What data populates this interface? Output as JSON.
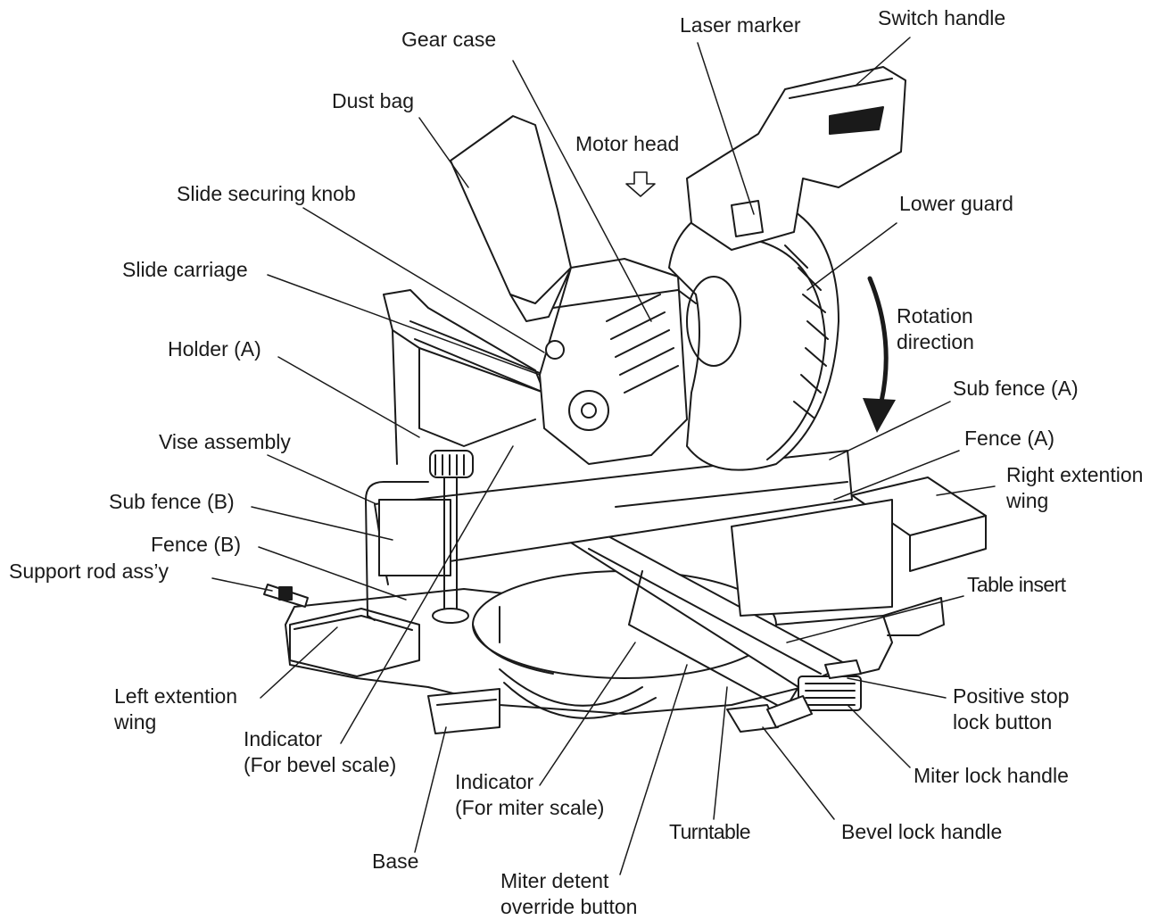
{
  "labels": {
    "gear_case": "Gear case",
    "laser_marker": "Laser marker",
    "switch_handle": "Switch handle",
    "dust_bag": "Dust bag",
    "motor_head": "Motor head",
    "slide_securing_knob": "Slide securing knob",
    "lower_guard": "Lower guard",
    "slide_carriage": "Slide carriage",
    "rotation_direction": [
      "Rotation",
      "direction"
    ],
    "holder_a": "Holder (A)",
    "sub_fence_a": "Sub fence (A)",
    "fence_a": "Fence (A)",
    "vise_assembly": "Vise assembly",
    "right_extention_wing": [
      "Right extention",
      "wing"
    ],
    "sub_fence_b": "Sub fence (B)",
    "fence_b": "Fence (B)",
    "support_rod": "Support rod ass’y",
    "table_insert": "Table insert",
    "left_extention_wing": [
      "Left extention",
      "wing"
    ],
    "positive_stop_lock_button": [
      "Positive stop",
      "lock button"
    ],
    "indicator_bevel": [
      "Indicator",
      "(For bevel scale)"
    ],
    "miter_lock_handle": "Miter lock handle",
    "indicator_miter": [
      "Indicator",
      "(For miter scale)"
    ],
    "turntable": "Turntable",
    "bevel_lock_handle": "Bevel lock handle",
    "base": "Base",
    "miter_detent_override_button": [
      "Miter detent",
      "override button"
    ]
  },
  "colors": {
    "ink": "#1a1a1a",
    "background": "#ffffff"
  },
  "icons": {
    "motor_head_arrow": "hollow-down-arrow-icon",
    "rotation_arrow": "curved-arrow-icon"
  }
}
